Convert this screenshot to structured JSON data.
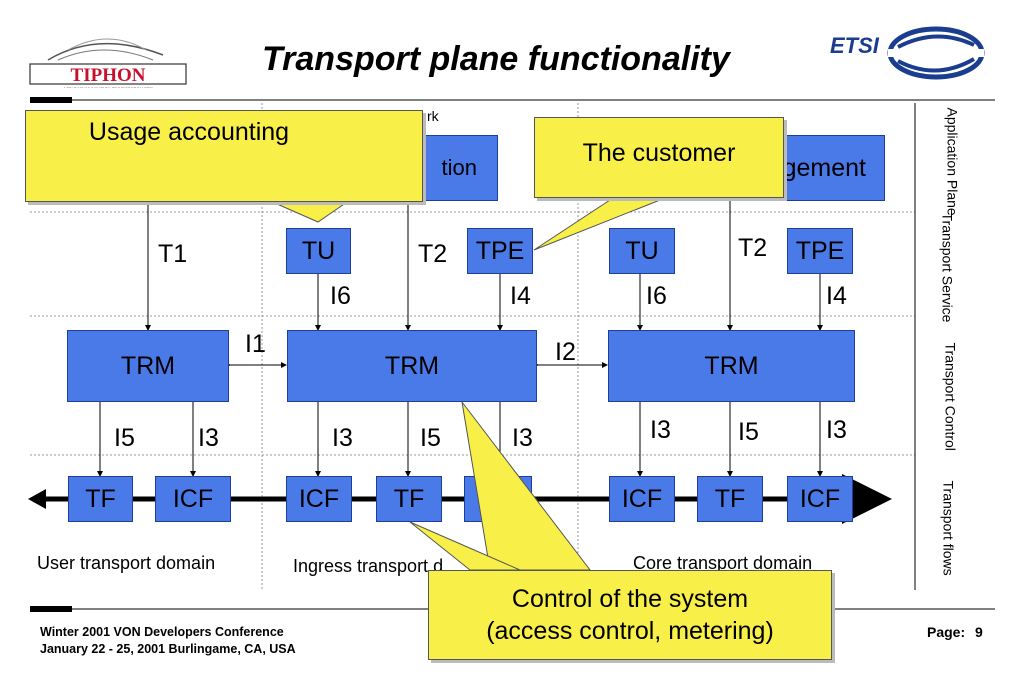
{
  "slide": {
    "title": "Transport plane functionality",
    "logo_left": "TIPHON",
    "logo_left_tagline": "A TELEKOMMUNIKATION PROJECT FROM ETSI",
    "logo_right": "ETSI"
  },
  "planes": {
    "application": "Application Plane",
    "transport_service": "Transport Service",
    "transport_control": "Transport Control",
    "transport_flows": "Transport flows"
  },
  "nodes": {
    "tu1": "TU",
    "tpe1": "TPE",
    "tu2": "TU",
    "tpe2": "TPE",
    "trm_user": "TRM",
    "trm_ingress": "TRM",
    "trm_core": "TRM",
    "tf_user": "TF",
    "icf_user": "ICF",
    "icf_ingress": "ICF",
    "tf_ingress": "TF",
    "icf_core_left": "ICF",
    "tf_core": "TF",
    "icf_core_right": "ICF",
    "app_partial": "tion",
    "mgmt_partial": "gement",
    "top_partial": "rk"
  },
  "interfaces": {
    "t1": "T1",
    "t2a": "T2",
    "t2b": "T2",
    "i1": "I1",
    "i2": "I2",
    "i6a": "I6",
    "i4a": "I4",
    "i6b": "I6",
    "i4b": "I4",
    "i5a": "I5",
    "i3a": "I3",
    "i3b": "I3",
    "i5b": "I5",
    "i3c": "I3",
    "i3d": "I3",
    "i5c": "I5",
    "i3e": "I3"
  },
  "domains": {
    "user": "User transport domain",
    "ingress": "Ingress transport d",
    "core": "Core transport domain"
  },
  "callouts": {
    "usage": "Usage accounting",
    "customer": "The customer",
    "control_line1": "Control of the system",
    "control_line2": "(access control, metering)"
  },
  "footer": {
    "line1": "Winter 2001 VON Developers Conference",
    "line2": "January 22 - 25, 2001  Burlingame, CA, USA",
    "page_label": "Page:",
    "page_number": "9"
  },
  "colors": {
    "box_fill": "#4a7ae8",
    "callout_fill": "#f8f049"
  }
}
